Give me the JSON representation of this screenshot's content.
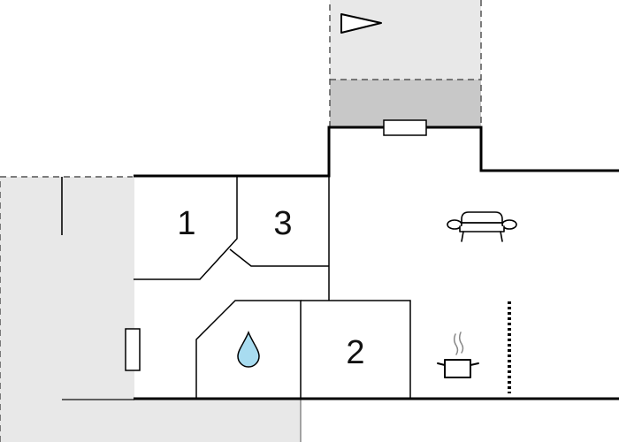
{
  "rooms": [
    {
      "label": "1"
    },
    {
      "label": "3"
    },
    {
      "label": "2"
    }
  ],
  "icons": {
    "flag": "flag-pennant-icon",
    "sofa": "sofa-icon",
    "cooking_pot": "cooking-pot-icon",
    "water_drop": "water-drop-icon"
  },
  "colors": {
    "wall": "#000000",
    "outdoor_light": "#e8e8e8",
    "outdoor_dark": "#c8c8c8",
    "water": "#a8dcf0"
  }
}
